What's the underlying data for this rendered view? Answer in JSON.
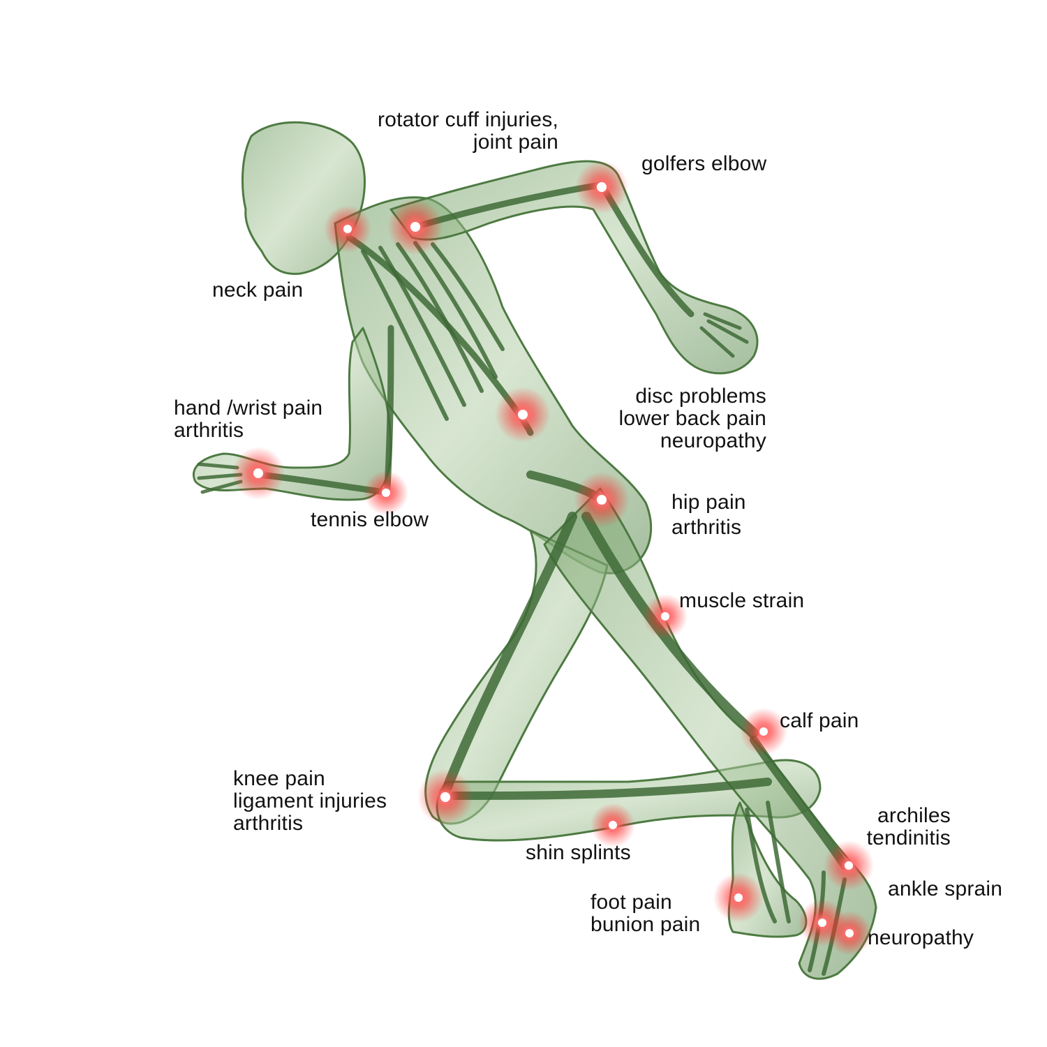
{
  "colors": {
    "body": "#5a8a4e",
    "body_light": "#cfe0c6",
    "bone": "#3e6a36",
    "glow": "#ff2a2a",
    "text": "#111111",
    "background": "#ffffff"
  },
  "labels": {
    "rotator_1": "rotator cuff injuries,",
    "rotator_2": "joint pain",
    "golfers": "golfers elbow",
    "neck": "neck pain",
    "hand_1": "hand /wrist pain",
    "hand_2": "arthritis",
    "tennis": "tennis elbow",
    "disc_1": "disc problems",
    "disc_2": "lower back pain",
    "disc_3": "neuropathy",
    "hip_1": "hip pain",
    "hip_2": "arthritis",
    "muscle": "muscle strain",
    "calf": "calf pain",
    "knee_1": "knee pain",
    "knee_2": "ligament injuries",
    "knee_3": "arthritis",
    "shin": "shin splints",
    "achilles_1": "archiles",
    "achilles_2": "tendinitis",
    "ankle": "ankle sprain",
    "foot_1": "foot pain",
    "foot_2": "bunion pain",
    "neuro": "neuropathy"
  },
  "icons": {
    "pain_point": "red-glow-dot-icon",
    "figure": "running-skeleton-figure"
  }
}
